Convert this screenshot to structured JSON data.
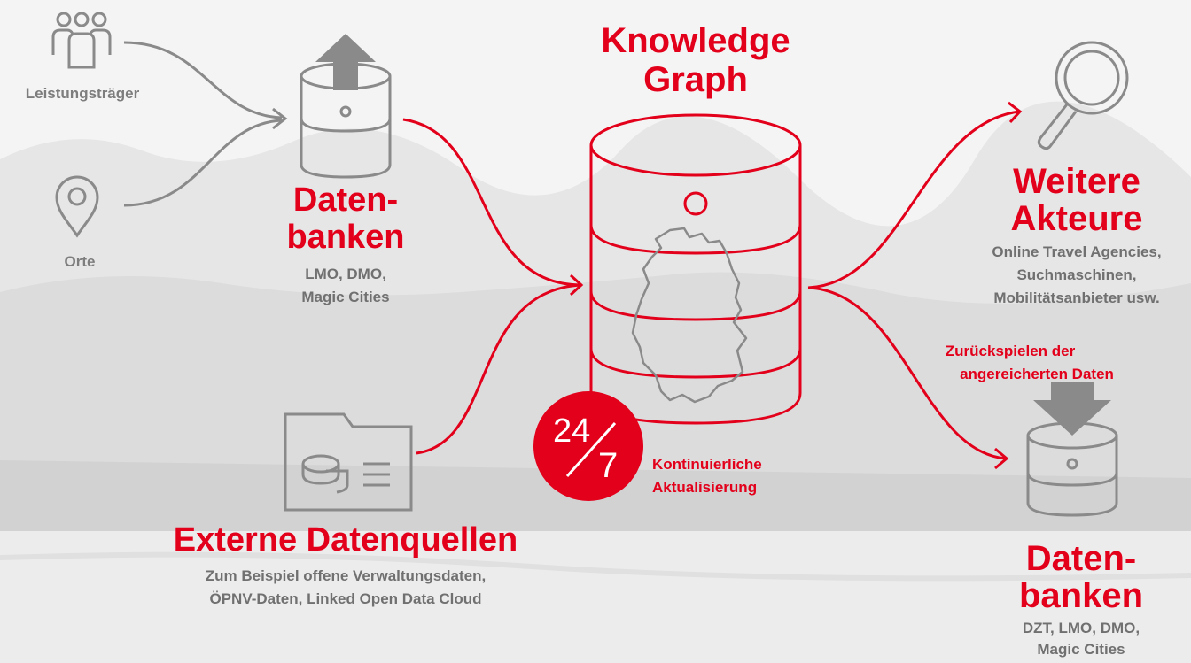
{
  "sources": {
    "leistungstraeger_label": "Leistungsträger",
    "orte_label": "Orte"
  },
  "datenbanken_left": {
    "title_line1": "Daten-",
    "title_line2": "banken",
    "sub_line1": "LMO, DMO,",
    "sub_line2": "Magic Cities"
  },
  "externe": {
    "title": "Externe Datenquellen",
    "sub_line1": "Zum Beispiel offene Verwaltungsdaten,",
    "sub_line2": "ÖPNV-Daten, Linked Open Data Cloud"
  },
  "knowledge_graph": {
    "title_line1": "Knowledge",
    "title_line2": "Graph"
  },
  "update_badge": {
    "top": "24",
    "bottom": "7",
    "label_line1": "Kontinuierliche",
    "label_line2": "Aktualisierung"
  },
  "weitere_akteure": {
    "title_line1": "Weitere",
    "title_line2": "Akteure",
    "sub_line1": "Online Travel Agencies,",
    "sub_line2": "Suchmaschinen,",
    "sub_line3": "Mobilitätsanbieter usw."
  },
  "zurueckspielen": {
    "line1": "Zurückspielen der",
    "line2": "angereicherten Daten"
  },
  "datenbanken_right": {
    "title_line1": "Daten-",
    "title_line2": "banken",
    "sub_line1": "DZT, LMO, DMO,",
    "sub_line2": "Magic Cities"
  },
  "colors": {
    "accent_red": "#e3001b",
    "icon_grey": "#8a8a8a",
    "text_grey": "#707070"
  }
}
